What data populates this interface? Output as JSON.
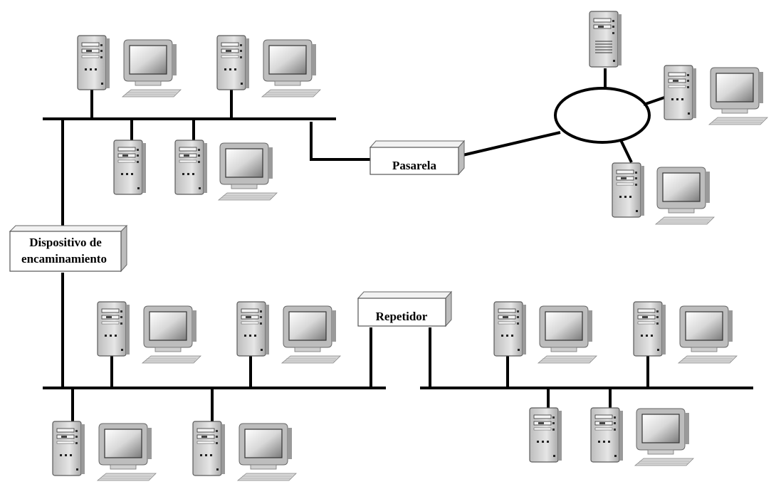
{
  "devices": {
    "gateway_label": "Pasarela",
    "router_label_line1": "Dispositivo de",
    "router_label_line2": "encaminamiento",
    "repeater_label": "Repetidor"
  },
  "colors": {
    "line": "#000000",
    "tower_body": "#d9d9d9",
    "tower_edge": "#555555",
    "monitor_frame": "#cfcfcf",
    "screen": "#a8a8a8",
    "keyboard": "#c8c8c8",
    "box_face": "#ffffff"
  }
}
